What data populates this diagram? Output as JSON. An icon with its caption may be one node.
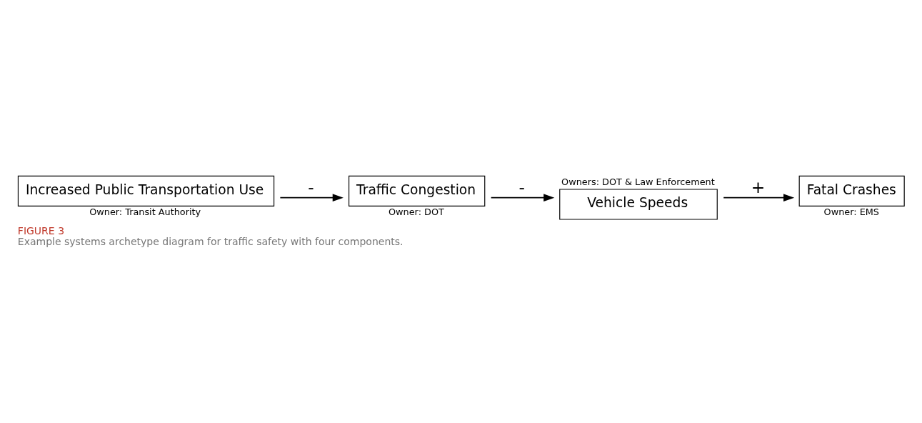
{
  "diagram": {
    "title": "FIGURE 3",
    "caption": "Example systems archetype diagram for traffic safety with four components.",
    "nodes": [
      {
        "text": [
          "Increased Public Transportation Use"
        ],
        "beside": [
          "Owner: Transit Authority"
        ]
      },
      {
        "text": [
          "Traffic Congestion"
        ],
        "beside": [
          "Owner: DOT"
        ]
      },
      {
        "text": [
          "Vehicle Speeds"
        ],
        "beside": [
          "Owners: DOT & Law Enforcement"
        ]
      },
      {
        "text": [
          "Fatal Crashes"
        ],
        "beside": [
          "Owner: EMS"
        ]
      }
    ],
    "edges": [
      {
        "from": 0,
        "to": 1,
        "arrow": "to",
        "label": "-"
      },
      {
        "from": 1,
        "to": 2,
        "arrow": "to",
        "label": "-"
      },
      {
        "from": 2,
        "to": 3,
        "arrow": "to",
        "label": "+"
      }
    ]
  }
}
